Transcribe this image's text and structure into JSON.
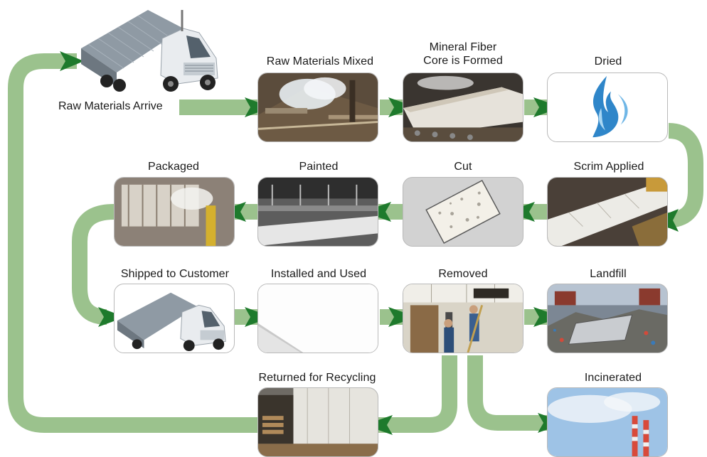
{
  "diagram": {
    "start": "Raw Materials Arrive",
    "stages": {
      "mixed": "Raw Materials Mixed",
      "formed": "Mineral Fiber\nCore is Formed",
      "dried": "Dried",
      "scrim": "Scrim Applied",
      "cut": "Cut",
      "painted": "Painted",
      "packaged": "Packaged",
      "shipped": "Shipped to Customer",
      "installed": "Installed and Used",
      "removed": "Removed",
      "landfill": "Landfill",
      "recycling": "Returned for Recycling",
      "incinerated": "Incinerated"
    }
  },
  "colors": {
    "connector": "#9bc28d",
    "arrowhead": "#1e7a2c",
    "tile_border": "#b9b9b9",
    "flame": "#2f86c9"
  },
  "icons": {
    "dried": "water-flame-icon",
    "truck": "semi-truck-photo"
  }
}
